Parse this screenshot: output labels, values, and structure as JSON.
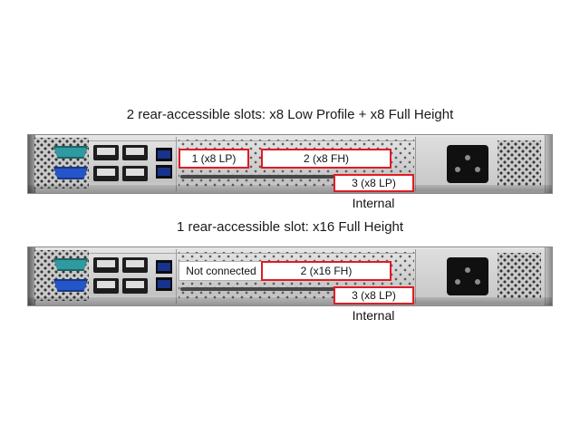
{
  "figure": {
    "diagrams": [
      {
        "title": "2 rear-accessible slots: x8 Low Profile + x8 Full Height",
        "slots": [
          {
            "label": "1 (x8 LP)",
            "highlighted": true
          },
          {
            "label": "2 (x8 FH)",
            "highlighted": true
          },
          {
            "label": "3 (x8 LP)",
            "highlighted": true
          }
        ],
        "internal_label": "Internal"
      },
      {
        "title": "1 rear-accessible slot: x16 Full Height",
        "slots": [
          {
            "label": "Not connected",
            "highlighted": false
          },
          {
            "label": "2 (x16 FH)",
            "highlighted": true
          },
          {
            "label": "3 (x8 LP)",
            "highlighted": true
          }
        ],
        "internal_label": "Internal"
      }
    ]
  },
  "colors": {
    "highlight-red": "#e01b24",
    "vga-teal": "#2f9a9f",
    "vga-blue": "#2456c9",
    "usb-blue": "#16348f"
  }
}
